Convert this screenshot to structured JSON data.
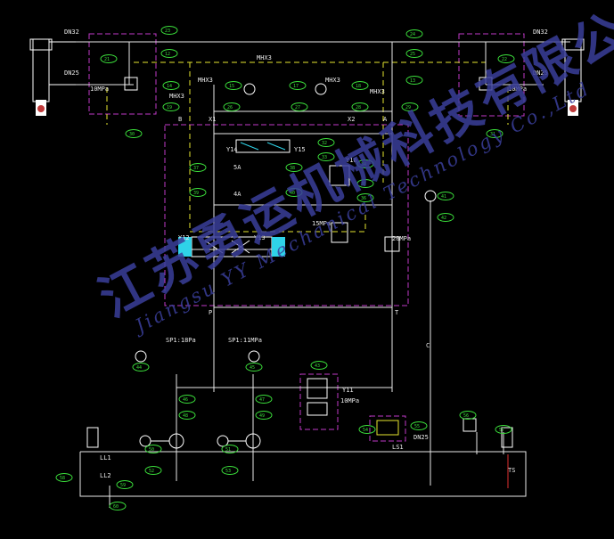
{
  "watermark": {
    "chinese": "江苏勇运机械科技有限公司",
    "english": "Jiangsu YY Mechanical Technology Co.,Ltd"
  },
  "labels": {
    "dn_top_left": "DN32",
    "dn_mid_left": "DN25",
    "dn_top_right": "DN32",
    "dn_mid_right": "DN25",
    "pressure_left": "10MPa",
    "pressure_right": "10MPa",
    "line_mid": "MHX3",
    "ref_a": "MHX3",
    "ref_b": "MHX3",
    "ref_c": "MHX3",
    "ref_d": "MHX3",
    "valve_y14": "Y14",
    "valve_y15": "Y15",
    "valve_y16": "Y16",
    "valve_y12": "Y12",
    "valve_y13": "Y13",
    "v_5a": "5A",
    "v_4a": "4A",
    "p_15mpa": "15MPa",
    "p_20mpa": "20MPa",
    "pump_left": "SP1:18Pa",
    "pump_right": "SP1:11MPa",
    "y11": "Y11",
    "p_10mpa_b": "10MPa",
    "ll1": "LL1",
    "ll2": "LL2",
    "ls1": "LS1",
    "dn25_bottom": "DN25",
    "ts": "TS",
    "port_p": "P",
    "port_t": "T",
    "port_b": "B",
    "port_a": "A",
    "c_label": "C",
    "port_x1": "X1",
    "port_x2": "X2"
  },
  "tags": [
    "23",
    "24",
    "25",
    "21",
    "22",
    "12",
    "13",
    "14",
    "15",
    "17",
    "18",
    "19",
    "26",
    "27",
    "28",
    "29",
    "30",
    "31",
    "32",
    "33",
    "34",
    "35",
    "36",
    "37",
    "38",
    "39",
    "40",
    "41",
    "42",
    "43",
    "44",
    "45",
    "46",
    "47",
    "48",
    "49",
    "50",
    "51",
    "52",
    "53",
    "54",
    "55",
    "56",
    "57",
    "58",
    "59",
    "60"
  ]
}
